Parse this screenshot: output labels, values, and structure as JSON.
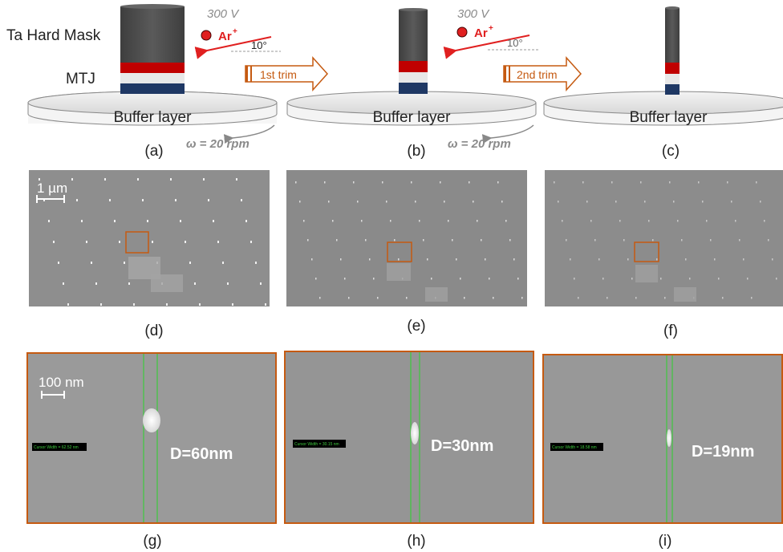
{
  "schematic": {
    "hard_mask_label": "Ta Hard Mask",
    "mtj_label": "MTJ",
    "buffer_label": "Buffer layer",
    "voltage": "300 V",
    "ion": "Ar",
    "ion_charge": "+",
    "angle": "10°",
    "rotation": "ω = 20 rpm",
    "trim1": "1st trim",
    "trim2": "2nd trim",
    "colors": {
      "mask": "#555555",
      "red": "#c00000",
      "white": "#e8e8e8",
      "blue": "#1f3864",
      "arrow": "#c55a11",
      "ion_arrow": "#e02020"
    }
  },
  "panel_labels": {
    "a": "(a)",
    "b": "(b)",
    "c": "(c)",
    "d": "(d)",
    "e": "(e)",
    "f": "(f)",
    "g": "(g)",
    "h": "(h)",
    "i": "(i)"
  },
  "scale_bars": {
    "sem_low": "1 µm",
    "sem_high": "100 nm"
  },
  "measurements": {
    "g": "D=60nm",
    "h": "D=30nm",
    "i": "D=19nm"
  },
  "cursor_readouts": {
    "g": "Cursor Width = 62.52 nm",
    "h": "Cursor Width = 30.15 nm",
    "i": "Cursor Width = 18.58 nm"
  }
}
